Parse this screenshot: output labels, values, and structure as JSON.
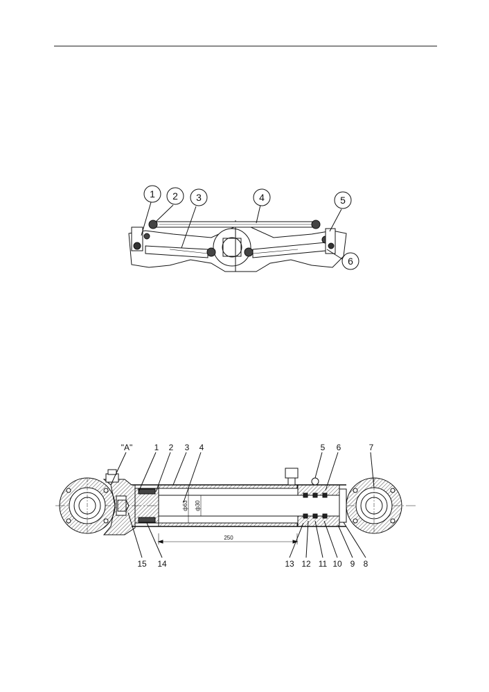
{
  "figure_top": {
    "callouts": [
      "1",
      "2",
      "3",
      "4",
      "5",
      "6"
    ]
  },
  "figure_bottom": {
    "view_label": "\"A\"",
    "callouts_top": [
      "1",
      "2",
      "3",
      "4",
      "5",
      "6",
      "7"
    ],
    "callouts_bottom": [
      "15",
      "14",
      "13",
      "12",
      "11",
      "10",
      "9",
      "8"
    ],
    "dimension_length": "250",
    "dimension_bore": "ф63",
    "dimension_rod": "ф30"
  }
}
